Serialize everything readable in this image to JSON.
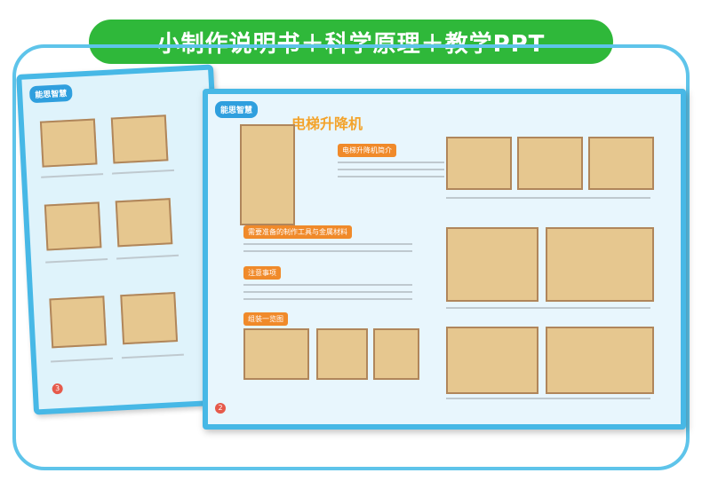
{
  "header": {
    "title": "小制作说明书＋科学原理＋教学PPT"
  },
  "left_page": {
    "page_number": "3",
    "brand": "能思智慧"
  },
  "main_page": {
    "brand": "能思智慧",
    "page_number": "2",
    "chapter": "电梯升降机",
    "labels": {
      "principle": "电梯升降机简介",
      "materials": "需要准备的制作工具与金属材料",
      "notes": "注意事项",
      "steps": "组装一览图"
    }
  }
}
